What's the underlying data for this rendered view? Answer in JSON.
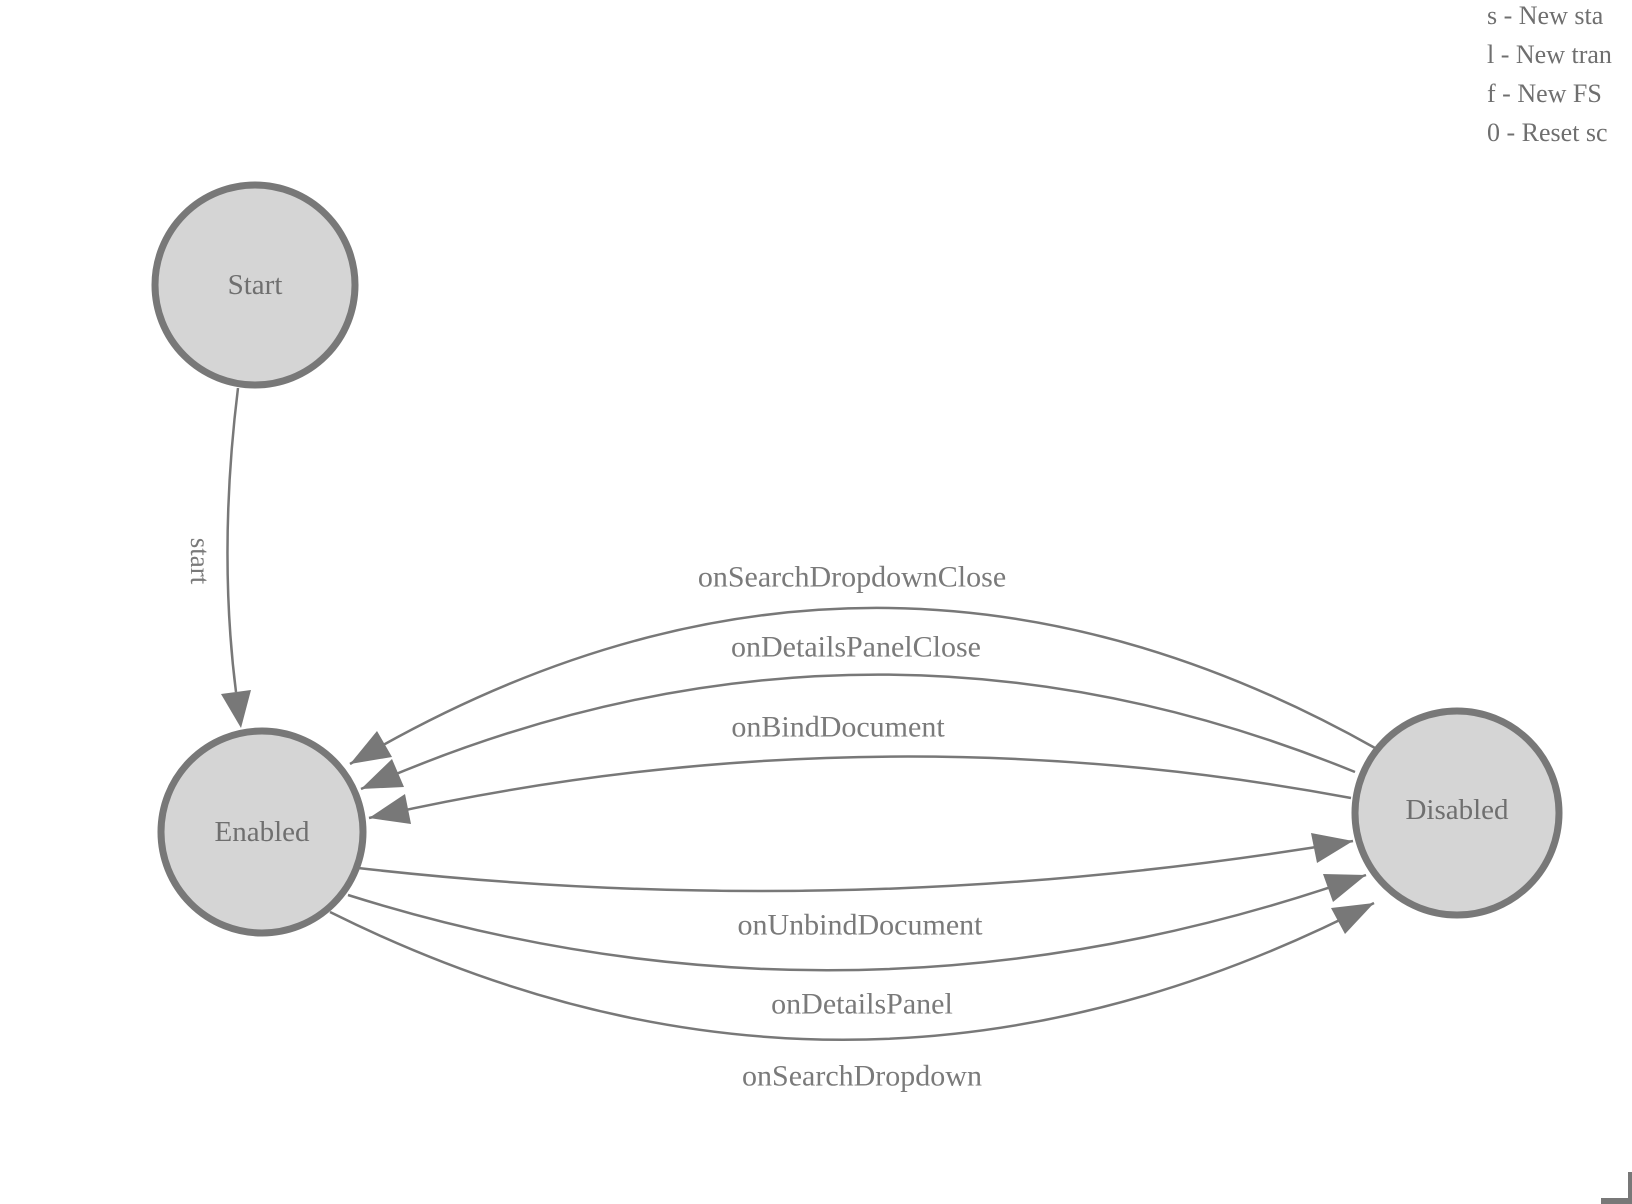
{
  "diagram": {
    "states": [
      {
        "id": "start",
        "label": "Start"
      },
      {
        "id": "enabled",
        "label": "Enabled"
      },
      {
        "id": "disabled",
        "label": "Disabled"
      }
    ],
    "transitions": [
      {
        "from": "Start",
        "to": "Enabled",
        "label": "start"
      },
      {
        "from": "Disabled",
        "to": "Enabled",
        "label": "onSearchDropdownClose"
      },
      {
        "from": "Disabled",
        "to": "Enabled",
        "label": "onDetailsPanelClose"
      },
      {
        "from": "Disabled",
        "to": "Enabled",
        "label": "onBindDocument"
      },
      {
        "from": "Enabled",
        "to": "Disabled",
        "label": "onUnbindDocument"
      },
      {
        "from": "Enabled",
        "to": "Disabled",
        "label": "onDetailsPanel"
      },
      {
        "from": "Enabled",
        "to": "Disabled",
        "label": "onSearchDropdown"
      }
    ]
  },
  "legend": {
    "lines": [
      "s - New sta",
      "l - New tran",
      "f - New FS",
      "0 - Reset sc"
    ]
  },
  "colors": {
    "node_fill": "#d5d5d5",
    "node_stroke": "#787878",
    "edge": "#787878",
    "label_text": "#7a7a7a",
    "legend_text": "#6f6f6f"
  }
}
